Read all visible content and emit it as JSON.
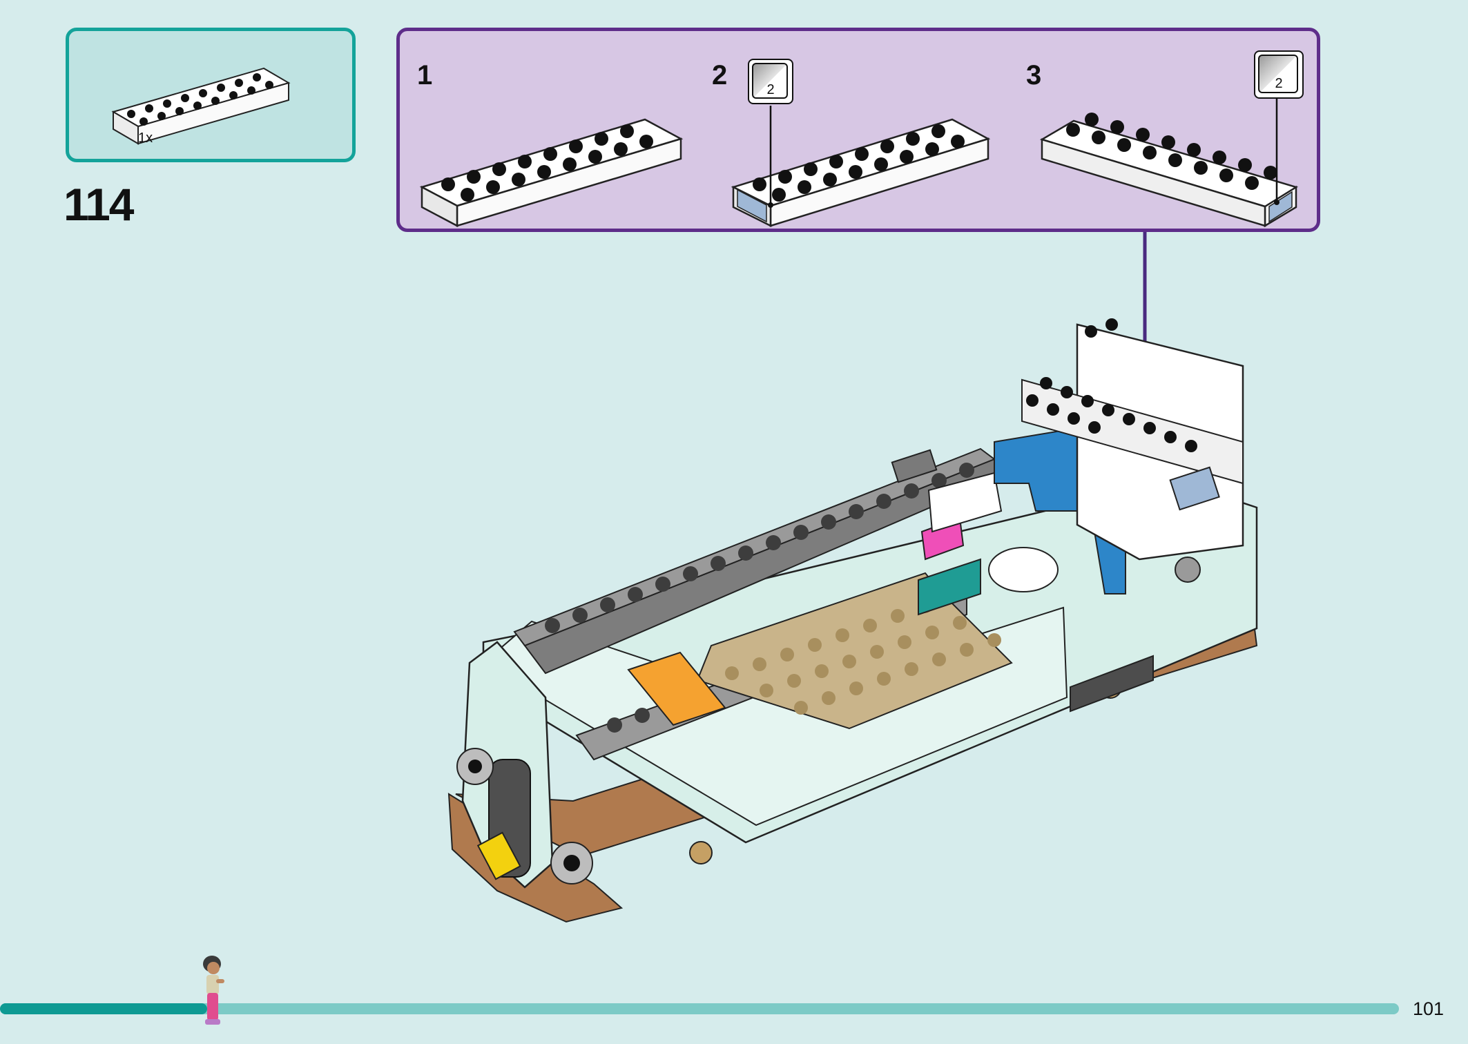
{
  "parts_callout": {
    "quantity": "1x",
    "part_color": "#ffffff"
  },
  "step": {
    "number": "114"
  },
  "substeps": [
    {
      "number": "1"
    },
    {
      "number": "2",
      "sticker_number": "2"
    },
    {
      "number": "3",
      "sticker_number": "2"
    }
  ],
  "page": {
    "number": "101",
    "progress": 0.148
  },
  "colors": {
    "background": "#d6ecec",
    "parts_border": "#14a39a",
    "substep_border": "#5e2d8a",
    "substep_fill": "#d7c7e4",
    "progress_fill": "#0e9a93",
    "progress_track": "#7ccac6"
  },
  "icons": [
    "white-brick-2x8-icon",
    "sticker-icon",
    "arrow-down-icon",
    "camper-van-model",
    "minifigure-icon"
  ]
}
